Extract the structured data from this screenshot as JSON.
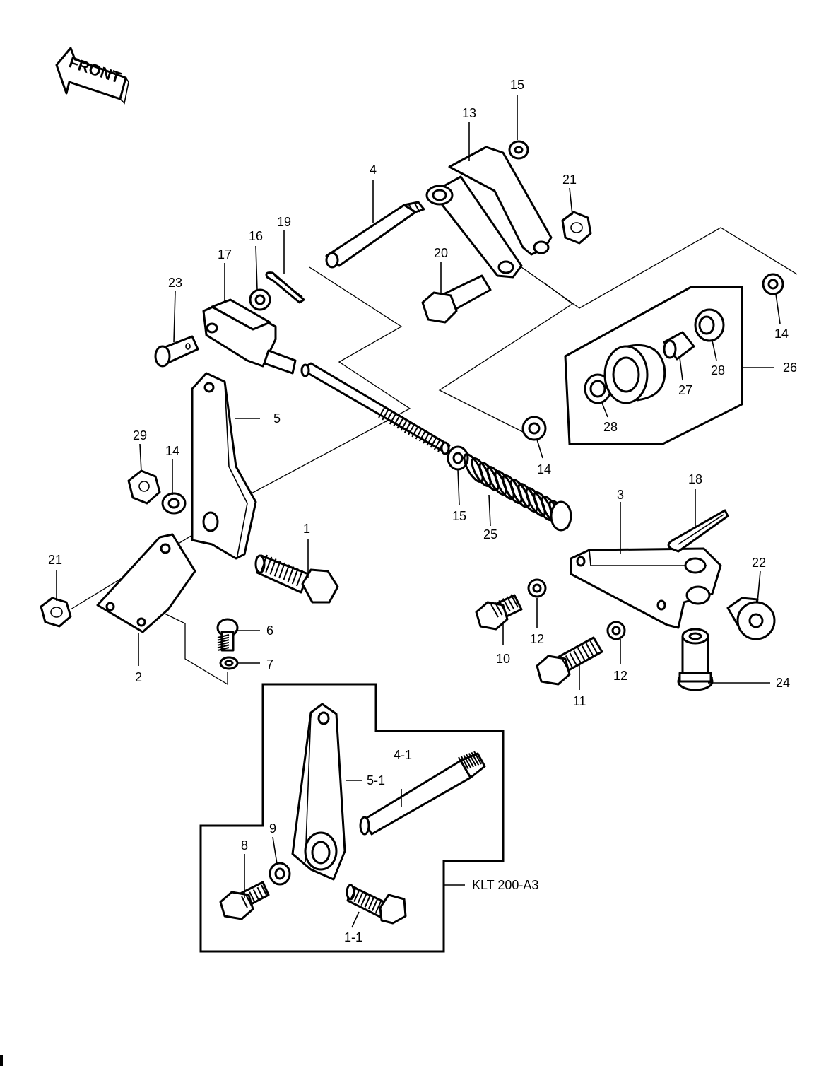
{
  "direction_arrow": {
    "label": "FRONT"
  },
  "kit_label": "KLT 200-A3",
  "callouts": {
    "c1": "1",
    "c1_1": "1-1",
    "c2": "2",
    "c3": "3",
    "c4": "4",
    "c4_1": "4-1",
    "c5": "5",
    "c5_1": "5-1",
    "c6": "6",
    "c7": "7",
    "c8": "8",
    "c9": "9",
    "c10": "10",
    "c11": "11",
    "c12a": "12",
    "c12b": "12",
    "c13": "13",
    "c14a": "14",
    "c14b": "14",
    "c14c": "14",
    "c15a": "15",
    "c15b": "15",
    "c16": "16",
    "c17": "17",
    "c18": "18",
    "c19": "19",
    "c20": "20",
    "c21a": "21",
    "c21b": "21",
    "c22": "22",
    "c23": "23",
    "c24": "24",
    "c25": "25",
    "c26": "26",
    "c27": "27",
    "c28a": "28",
    "c28b": "28",
    "c29": "29"
  }
}
